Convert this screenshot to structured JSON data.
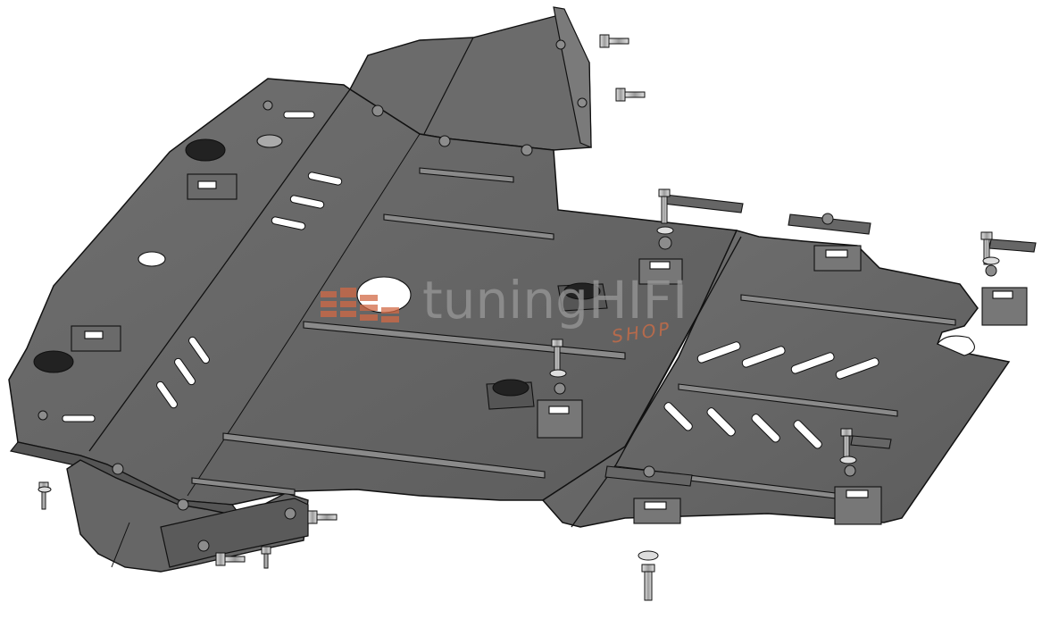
{
  "watermark": {
    "brand": "tuningHIFI",
    "sub": "SHOP",
    "color_text": "#9a9a9a",
    "color_accent": "#d46a46"
  },
  "illustration": {
    "subject": "engine-skid-plate-exploded-view",
    "plate_color": "#666666",
    "outline_color": "#111111"
  }
}
